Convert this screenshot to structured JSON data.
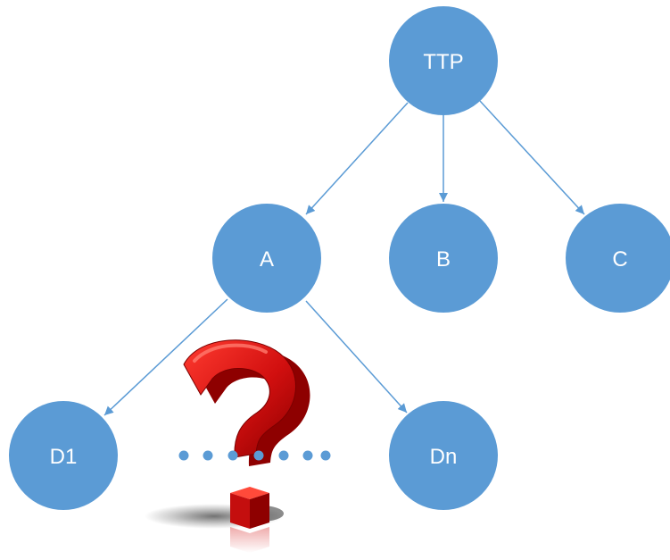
{
  "diagram": {
    "nodes": {
      "ttp": {
        "label": "TTP"
      },
      "a": {
        "label": "A"
      },
      "b": {
        "label": "B"
      },
      "c": {
        "label": "C"
      },
      "d1": {
        "label": "D1"
      },
      "dn": {
        "label": "Dn"
      }
    },
    "edges": [
      {
        "from": "TTP",
        "to": "A"
      },
      {
        "from": "TTP",
        "to": "B"
      },
      {
        "from": "TTP",
        "to": "C"
      },
      {
        "from": "A",
        "to": "D1"
      },
      {
        "from": "A",
        "to": "Dn"
      }
    ],
    "colors": {
      "node_fill": "#5b9bd5",
      "edge": "#5b9bd5",
      "dots": "#5b9bd5",
      "question_mark": "#c00000"
    },
    "decorations": {
      "ellipsis": "dotted-ellipsis",
      "question": "question-mark-icon"
    }
  }
}
